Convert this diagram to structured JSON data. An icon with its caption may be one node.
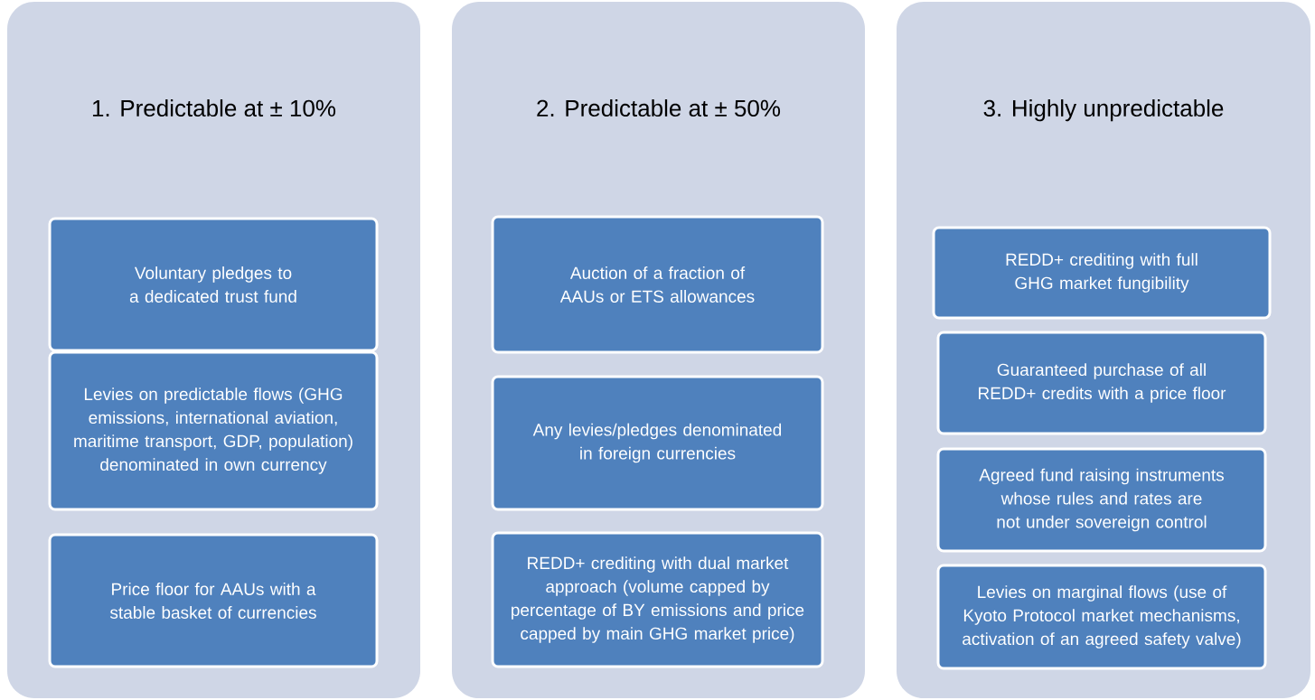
{
  "diagram": {
    "nodes": [
      {
        "text": [
          "1. Predictable at ± 10%"
        ]
      },
      {
        "text": [
          "Voluntary pledges to a dedicated trust fund"
        ],
        "in": 0
      },
      {
        "text": [
          "Levies on predictable flows (GHG emissions, international aviation, maritime transport, GDP, population) denominated in own currency"
        ],
        "in": 0
      },
      {
        "text": [
          "Price floor for AAUs with a stable basket of currencies"
        ],
        "in": 0
      },
      {
        "text": [
          "2. Predictable at ± 50%"
        ]
      },
      {
        "text": [
          "Auction of a fraction of AAUs or ETS allowances"
        ],
        "in": 4
      },
      {
        "text": [
          "Any levies/pledges denominated in foreign currencies"
        ],
        "in": 4
      },
      {
        "text": [
          "REDD+ crediting with dual market approach (volume capped by percentage of BY emissions and price capped by main GHG market price)"
        ],
        "in": 4
      },
      {
        "text": [
          "3. Highly unpredictable"
        ]
      },
      {
        "text": [
          "REDD+ crediting with full GHG market fungibility"
        ],
        "in": 8
      },
      {
        "text": [
          "Guaranteed purchase of all REDD+ credits with a price floor"
        ],
        "in": 8
      },
      {
        "text": [
          "Agreed fund raising instruments whose rules and rates are not under sovereign control"
        ],
        "in": 8
      },
      {
        "text": [
          "Levies on marginal flows (use of Kyoto Protocol market mechanisms, activation of an agreed safety valve)"
        ],
        "in": 8
      }
    ]
  }
}
